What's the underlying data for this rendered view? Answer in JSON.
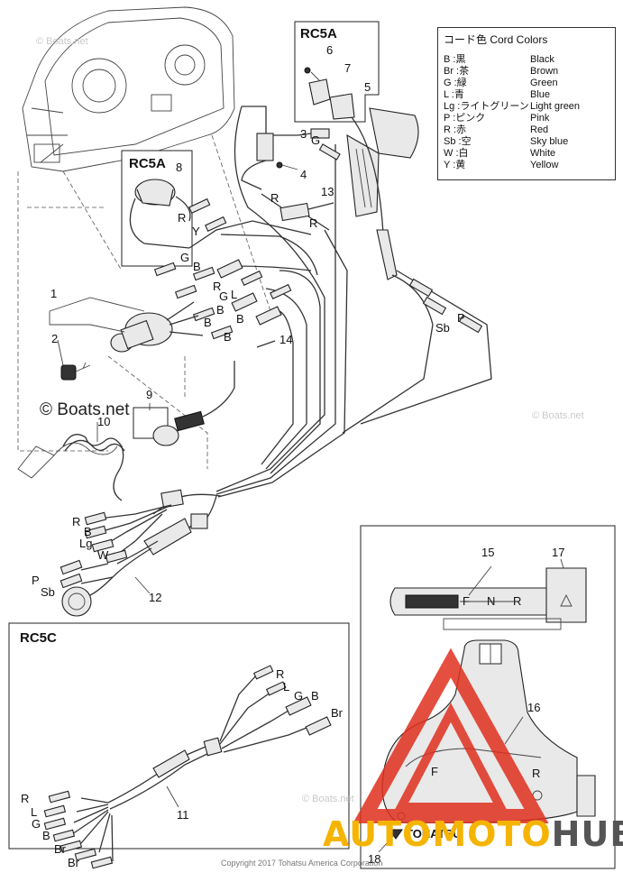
{
  "callouts": {
    "c1": "1",
    "c2": "2",
    "c3": "3",
    "c4": "4",
    "c5": "5",
    "c6": "6",
    "c7": "7",
    "c8": "8",
    "c9": "9",
    "c10": "10",
    "c11": "11",
    "c12": "12",
    "c13": "13",
    "c14": "14",
    "c15": "15",
    "c16": "16",
    "c17": "17",
    "c18": "18"
  },
  "section_labels": {
    "rc5a_top": "RC5A",
    "rc5a_left": "RC5A",
    "rc5c": "RC5C"
  },
  "wire_labels": {
    "G_top": "G",
    "R_13": "R",
    "R_13b": "R",
    "R_left8": "R",
    "Y_left8": "Y",
    "G_mid": "G",
    "B_mid": "B",
    "R_mid": "R",
    "G_mid2": "G",
    "B_mid2": "B",
    "L_mid": "L",
    "B_mid3": "B",
    "B_mid4": "B",
    "B_mid5": "B",
    "P_right": "P",
    "Sb_right": "Sb",
    "R_harn": "R",
    "B_harn": "B",
    "Lg_harn": "Lg",
    "W_harn": "W",
    "P_harn": "P",
    "Sb_harn": "Sb",
    "R_c_top": "R",
    "L_c_top": "L",
    "G_c_top": "G",
    "B_c_top": "B",
    "Br_c_top": "Br",
    "R_c_bot": "R",
    "L_c_bot": "L",
    "G_c_bot": "G",
    "B_c_bot": "B",
    "Br_c_bot1": "Br",
    "Br_c_bot2": "Br"
  },
  "legend": {
    "title": "コード色 Cord Colors",
    "rows": [
      {
        "code": "B :黒",
        "color": "Black"
      },
      {
        "code": "Br :茶",
        "color": "Brown"
      },
      {
        "code": "G :緑",
        "color": "Green"
      },
      {
        "code": "L :青",
        "color": "Blue"
      },
      {
        "code": "Lg :ライトグリーン",
        "color": "Light green"
      },
      {
        "code": "P :ピンク",
        "color": "Pink"
      },
      {
        "code": "R :赤",
        "color": "Red"
      },
      {
        "code": "Sb :空",
        "color": "Sky blue"
      },
      {
        "code": "W :白",
        "color": "White"
      },
      {
        "code": "Y :黄",
        "color": "Yellow"
      }
    ]
  },
  "gauge": {
    "f": "F",
    "n": "N",
    "r": "R"
  },
  "lever": {
    "f": "F",
    "r": "R",
    "brand": "TOHATSU"
  },
  "watermark_main": "© Boats.net",
  "watermark_faint": "© Boats.net",
  "brand": {
    "part1": "AUTO",
    "part2": "MOTO",
    "part3": "HUB"
  },
  "copyright": "Copyright 2017 Tohatsu America Corporation",
  "colors": {
    "accent_triangle": "#e0301e",
    "brand_yellow": "#f5b400",
    "brand_grey": "#555555"
  }
}
